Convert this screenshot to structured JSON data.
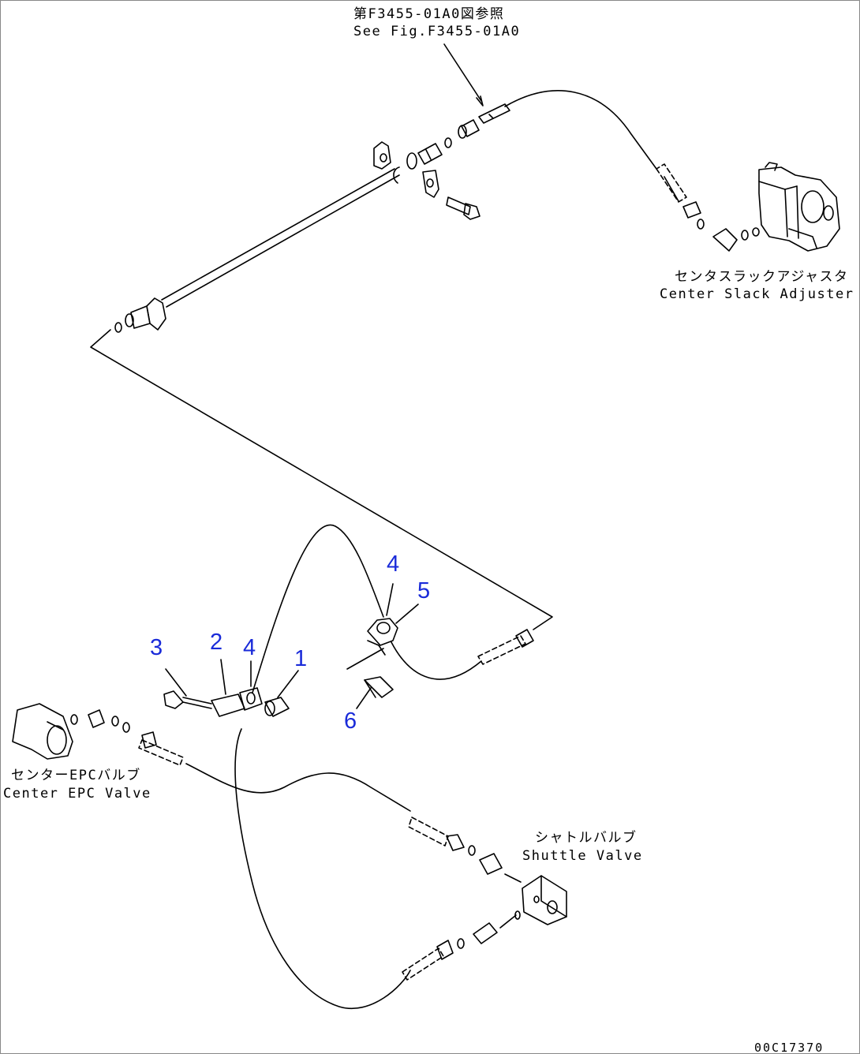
{
  "reference": {
    "jp": "第F3455-01A0図参照",
    "en": "See Fig.F3455-01A0"
  },
  "components": {
    "slack_adjuster": {
      "jp": "センタスラックアジャスタ",
      "en": "Center Slack Adjuster"
    },
    "epc_valve": {
      "jp": "センターEPCバルブ",
      "en": "Center EPC Valve"
    },
    "shuttle_valve": {
      "jp": "シャトルバルブ",
      "en": "Shuttle Valve"
    }
  },
  "callouts": {
    "c1": "1",
    "c2": "2",
    "c3": "3",
    "c4a": "4",
    "c4b": "4",
    "c5": "5",
    "c6": "6"
  },
  "drawing_number": "00C17370",
  "colors": {
    "line": "#000000",
    "callout": "#1a2bd9",
    "border": "#888888"
  }
}
